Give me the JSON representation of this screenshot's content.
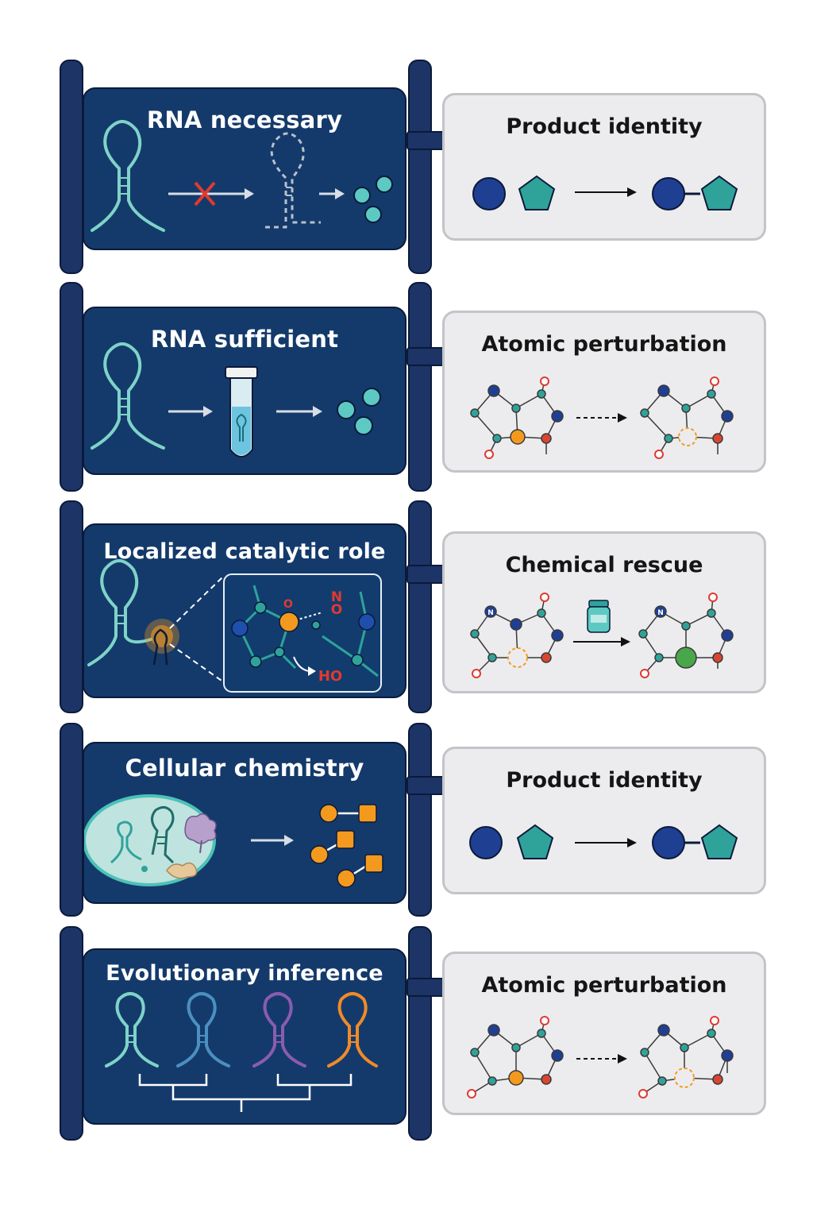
{
  "rows": [
    {
      "left_title": "RNA necessary",
      "right_title": "Product identity"
    },
    {
      "left_title": "RNA sufficient",
      "right_title": "Atomic perturbation"
    },
    {
      "left_title": "Localized catalytic role",
      "right_title": "Chemical rescue"
    },
    {
      "left_title": "Cellular chemistry",
      "right_title": "Product identity"
    },
    {
      "left_title": "Evolutionary inference",
      "right_title": "Atomic perturbation"
    }
  ],
  "molecule_labels": {
    "n": "N",
    "o": "O",
    "ho": "HO"
  },
  "colors": {
    "navy_card": "#143a6b",
    "rail": "#1d3466",
    "rna_teal": "#7fd3c8",
    "rna_blue": "#4a90c0",
    "rna_purple": "#8a5cb0",
    "rna_orange": "#f08a2a",
    "bead_teal": "#2fa39a",
    "bead_navy": "#1f3f92",
    "bead_orange": "#f39a1e",
    "bead_green": "#4aa64a",
    "red": "#e03a2f",
    "panel_gray": "#ececee"
  },
  "icons": [
    "rna-hairpin-icon",
    "cross-icon",
    "test-tube-icon",
    "vial-icon",
    "cell-icon",
    "phylogeny-tree-icon",
    "molecule-ring-icon"
  ]
}
